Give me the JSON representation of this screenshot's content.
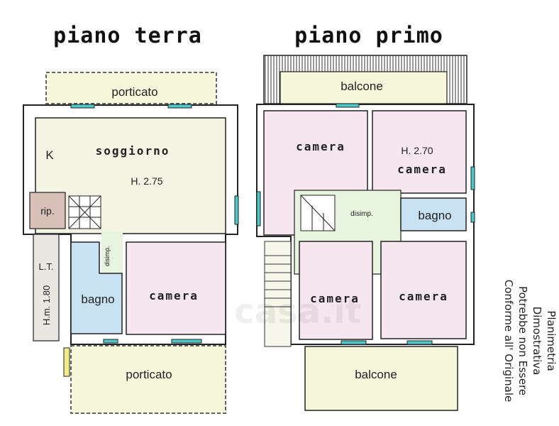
{
  "ground_floor": {
    "title": "piano terra",
    "rooms": {
      "porticato_top": "porticato",
      "soggiorno": "soggiorno",
      "kitchen": "K",
      "height": "H. 2.75",
      "ripostiglio": "rip.",
      "disimpegno": "disimp.",
      "bagno": "bagno",
      "camera": "camera",
      "locale_tecnico": "L.T.",
      "lt_height": "H.m. 1.80",
      "porticato_bottom": "porticato"
    }
  },
  "first_floor": {
    "title": "piano primo",
    "rooms": {
      "balcone_top": "balcone",
      "camera_nw": "camera",
      "camera_ne": "camera",
      "height": "H. 2.70",
      "disimpegno": "disimp.",
      "bagno": "bagno",
      "camera_sw": "camera",
      "camera_se": "camera",
      "balcone_bottom": "balcone"
    }
  },
  "disclaimer": {
    "lines": [
      "Planimetria",
      "Dimostrativa",
      "Potrebbe non Essere",
      "Conforme all' Originale"
    ]
  },
  "watermark": "casa.it",
  "colors": {
    "porch": "#f7f7dc",
    "living": "#f4f4e4",
    "bedroom": "#f6e6f0",
    "bathroom": "#c8e2f4",
    "hall": "#e6f4e0",
    "storage": "#d8c0b8",
    "window": "#4cc8c8"
  }
}
